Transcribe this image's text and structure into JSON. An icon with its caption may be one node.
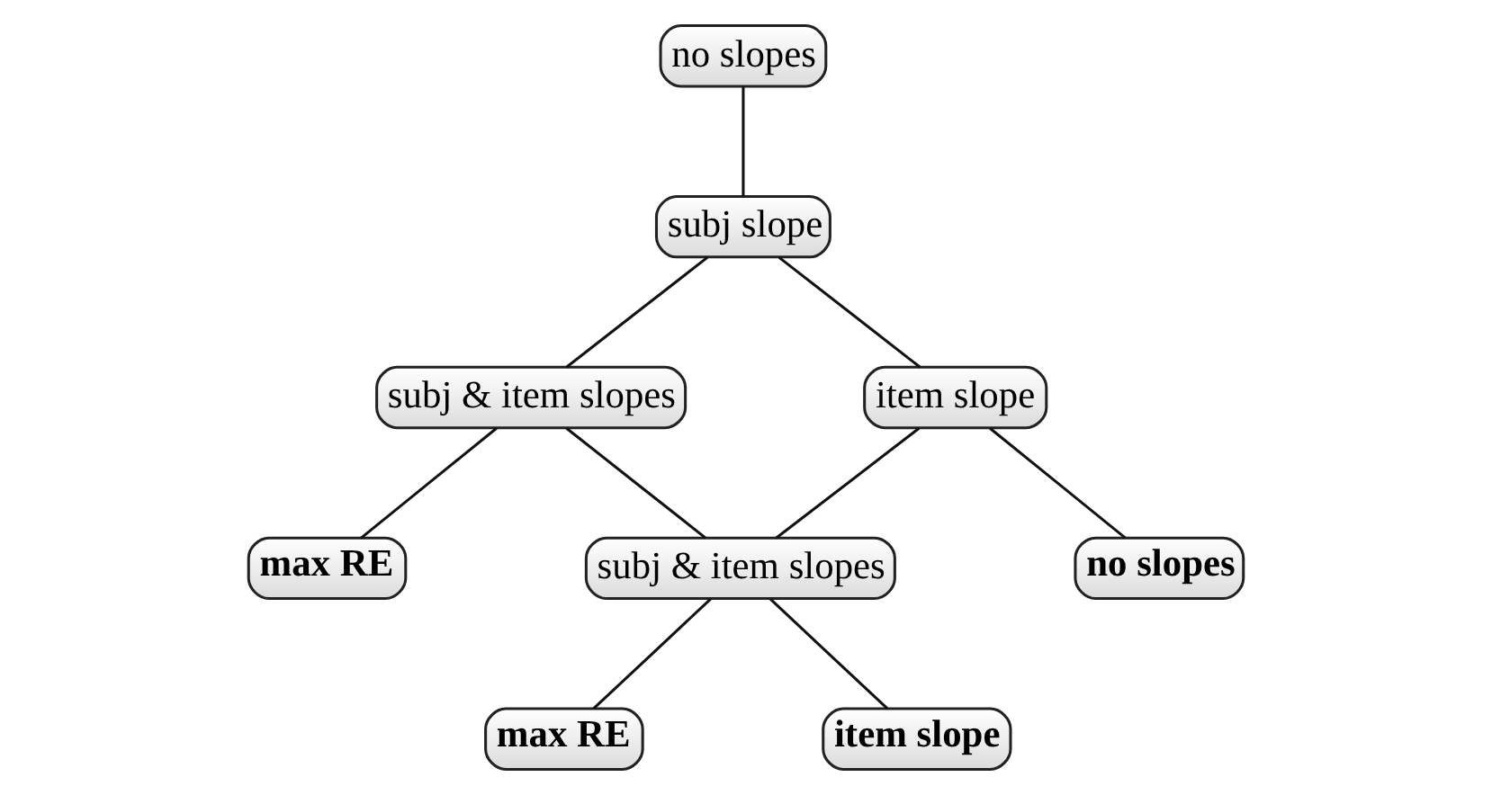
{
  "diagram": {
    "nodes": [
      {
        "text": [
          "no slopes"
        ]
      },
      {
        "text": [
          "subj slope"
        ]
      },
      {
        "text": [
          "subj & item slopes"
        ]
      },
      {
        "text": [
          "item slope"
        ]
      },
      {
        "text": [
          "max RE"
        ]
      },
      {
        "text": [
          "subj & item slopes"
        ]
      },
      {
        "text": [
          "no slopes"
        ]
      },
      {
        "text": [
          "max RE"
        ]
      },
      {
        "text": [
          "item slope"
        ]
      }
    ],
    "edges": [
      {
        "from": 0,
        "to": 1,
        "arrow": "none"
      },
      {
        "from": 1,
        "to": 2,
        "arrow": "none"
      },
      {
        "from": 1,
        "to": 3,
        "arrow": "none"
      },
      {
        "from": 2,
        "to": 4,
        "arrow": "none"
      },
      {
        "from": 2,
        "to": 5,
        "arrow": "none"
      },
      {
        "from": 3,
        "to": 5,
        "arrow": "none"
      },
      {
        "from": 3,
        "to": 6,
        "arrow": "none"
      },
      {
        "from": 5,
        "to": 7,
        "arrow": "none"
      },
      {
        "from": 5,
        "to": 8,
        "arrow": "none"
      }
    ]
  }
}
